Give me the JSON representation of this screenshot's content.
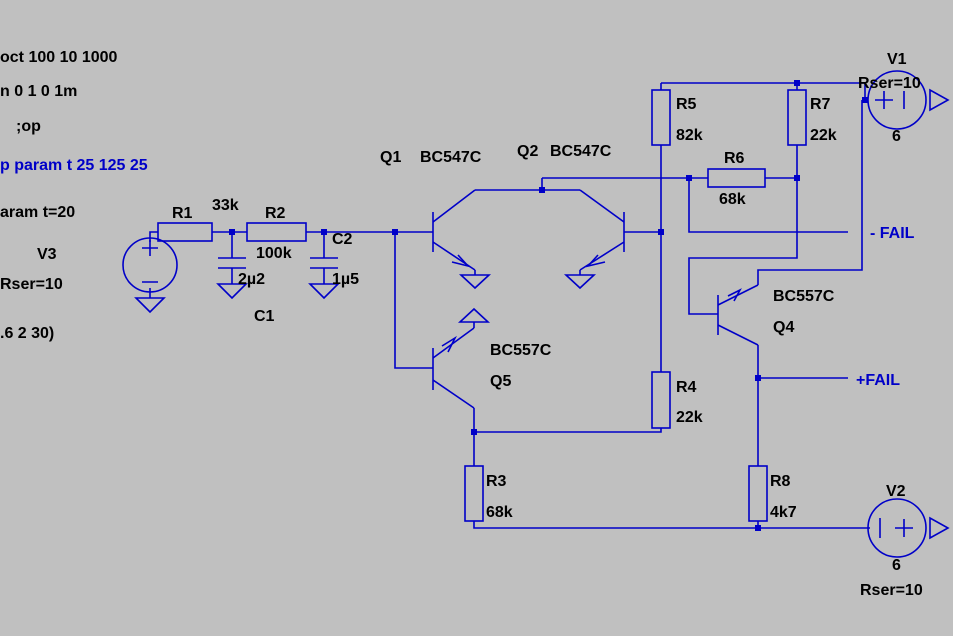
{
  "directives": [
    {
      "text": "oct 100 10 1000",
      "kind": "text"
    },
    {
      "text": "n 0 1 0 1m",
      "kind": "text"
    },
    {
      "text": ";op",
      "kind": "text"
    },
    {
      "text": "p param t 25 125 25",
      "kind": "spice"
    },
    {
      "text": "aram t=20",
      "kind": "text"
    },
    {
      "text": ".6 2 30)",
      "kind": "text"
    }
  ],
  "components": {
    "r1": {
      "name": "R1",
      "value": "33k"
    },
    "r2": {
      "name": "R2",
      "value": "100k"
    },
    "r3": {
      "name": "R3",
      "value": "68k"
    },
    "r4": {
      "name": "R4",
      "value": "22k"
    },
    "r5": {
      "name": "R5",
      "value": "82k"
    },
    "r6": {
      "name": "R6",
      "value": "68k"
    },
    "r7": {
      "name": "R7",
      "value": "22k"
    },
    "r8": {
      "name": "R8",
      "value": "4k7"
    },
    "c1": {
      "name": "C1",
      "value": "2µ2"
    },
    "c2": {
      "name": "C2",
      "value": "1µ5"
    },
    "q1": {
      "name": "Q1",
      "model": "BC547C"
    },
    "q2": {
      "name": "Q2",
      "model": "BC547C"
    },
    "q4": {
      "name": "Q4",
      "model": "BC557C"
    },
    "q5": {
      "name": "Q5",
      "model": "BC557C"
    },
    "v1": {
      "name": "V1",
      "value": "6",
      "rser": "Rser=10"
    },
    "v2": {
      "name": "V2",
      "value": "6",
      "rser": "Rser=10"
    },
    "v3": {
      "name": "V3",
      "rser": "Rser=10"
    }
  },
  "net_labels": {
    "fail_minus": "- FAIL",
    "fail_plus": "+FAIL"
  },
  "colors": {
    "background": "#c0c0c0",
    "wire": "#0000c8",
    "label": "#000000",
    "directive": "#0000c8"
  }
}
